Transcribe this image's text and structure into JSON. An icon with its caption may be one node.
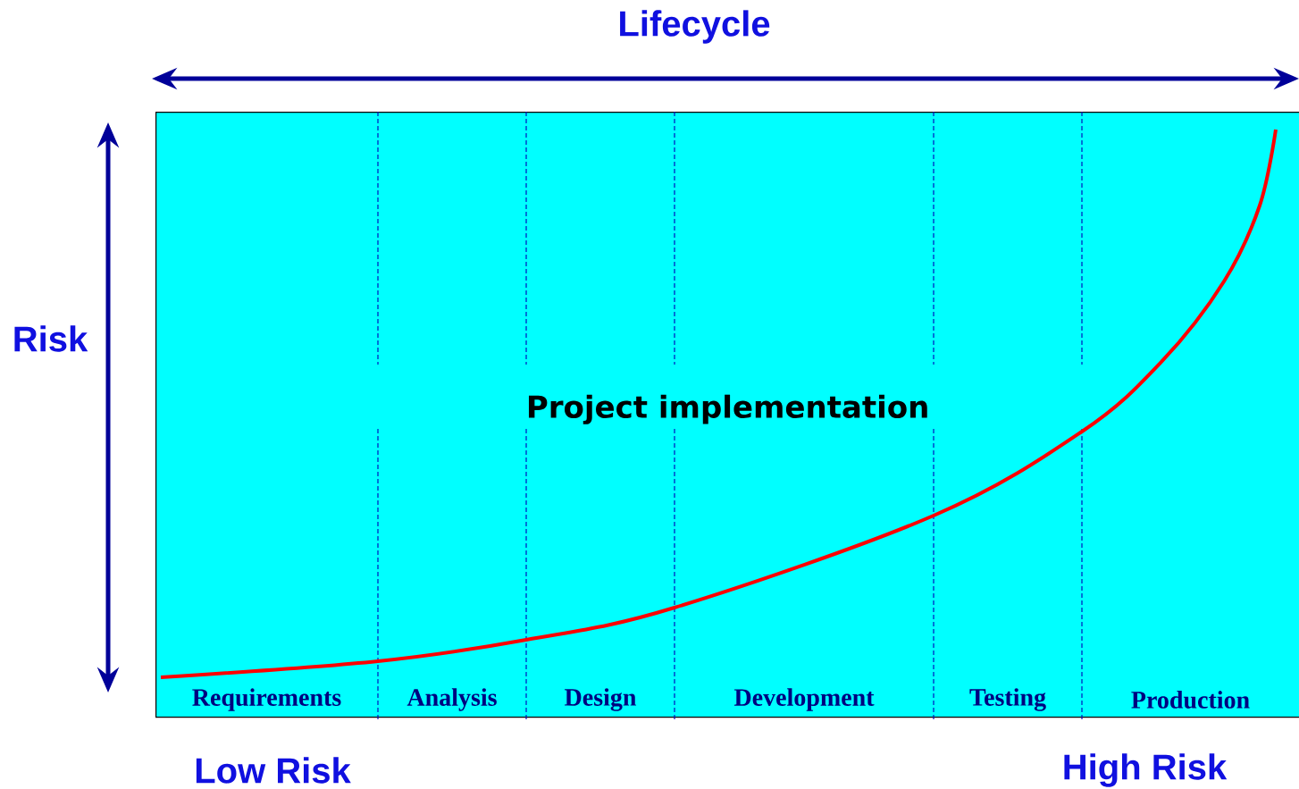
{
  "diagram": {
    "nodes": [
      {
        "text": [
          "Project implementation"
        ]
      },
      {
        "text": [
          "Requirements"
        ],
        "in": 0
      },
      {
        "text": [
          "Analysis"
        ],
        "in": 0
      },
      {
        "text": [
          "Design"
        ],
        "in": 0
      },
      {
        "text": [
          "Development"
        ],
        "in": 0
      },
      {
        "text": [
          "Testing"
        ],
        "in": 0
      },
      {
        "text": [
          "Production"
        ],
        "in": 0
      }
    ],
    "edges": [],
    "labels": [
      "Lifecycle",
      "Risk",
      "Low Risk",
      "High Risk"
    ]
  }
}
